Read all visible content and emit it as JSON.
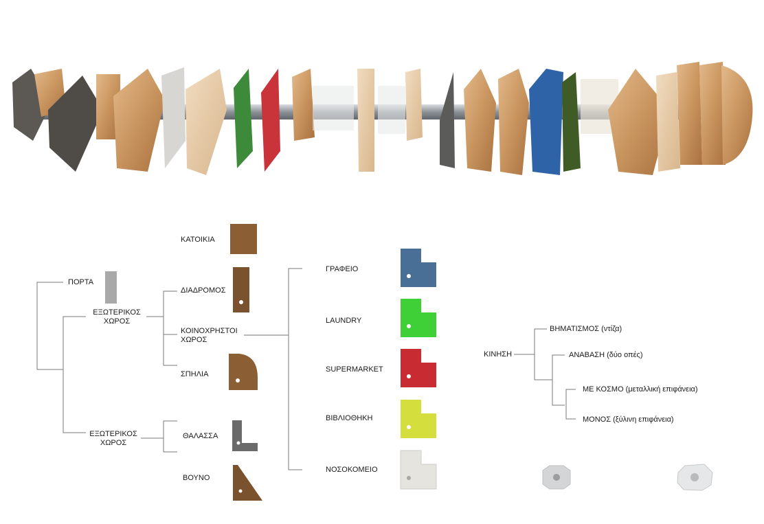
{
  "tree": {
    "porta": "ΠΟΡΤΑ",
    "interior": {
      "line1": "ΕΞΩΤΕΡΙΚΟΣ",
      "line2": "ΧΩΡΟΣ"
    },
    "exterior": {
      "line1": "ΕΞΩΤΕΡΙΚΟΣ",
      "line2": "ΧΩΡΟΣ"
    },
    "katoikia": "ΚΑΤΟΙΚΙΑ",
    "diadromos": "ΔΙΑΔΡΟΜΟΣ",
    "koinoxristoi": {
      "line1": "ΚΟΙΝΟΧΡΗΣΤΟΙ",
      "line2": "ΧΩΡΟΣ"
    },
    "spilia": "ΣΠΗΛΙΑ",
    "thalassa": "ΘΑΛΑΣΣΑ",
    "vouno": "ΒΟΥΝΟ"
  },
  "shared_spaces": [
    {
      "label": "ΓΡΑΦΕΙΟ",
      "color": "#4a6f96"
    },
    {
      "label": "LAUNDRY",
      "color": "#3fcf36"
    },
    {
      "label": "SUPERMARKET",
      "color": "#c92b33"
    },
    {
      "label": "ΒΙΒΛΙΟΘΗΚΗ",
      "color": "#d4de3c"
    },
    {
      "label": "ΝΟΣΟΚΟΜΕΙΟ",
      "color": "#e6e4df"
    }
  ],
  "movement": {
    "root": "ΚΙΝΗΣΗ",
    "steps": "ΒΗΜΑΤΙΣΜΟΣ (ντίζα)",
    "climb": "ΑΝΑΒΑΣΗ (δύο οπές)",
    "with_people": "ΜΕ ΚΟΣΜΟ (μεταλλική επιφάνεια)",
    "alone": "ΜΟΝΟΣ (ξύλινη επιφάνεια)"
  },
  "colors": {
    "line": "#7a7a7a",
    "wood": "#b98a5c",
    "wood_dark": "#6e4a2a",
    "rod": "#9aa0a6"
  }
}
